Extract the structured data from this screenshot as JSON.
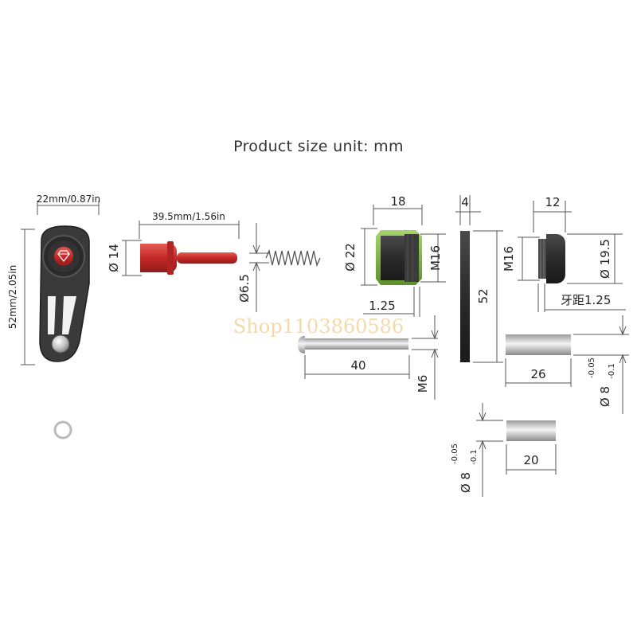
{
  "title": "Product size unit: mm",
  "watermark": "Shop1103860586",
  "colors": {
    "accent_red": "#c62828",
    "accent_green": "#7cb342",
    "part_dark": "#2b2b2b",
    "dim_line": "#555555",
    "watermark": "#f2d29a"
  },
  "lever": {
    "width_label": "22mm/0.87in",
    "height_label": "52mm/2.05in",
    "logo_icon": "diamond-logo-icon"
  },
  "pin": {
    "length_label": "39.5mm/1.56in",
    "head_diameter_label": "Ø 14",
    "shaft_diameter_label": "Ø6.5"
  },
  "nut": {
    "length_label": "18",
    "diameter_label": "Ø 22",
    "thread_label": "M16",
    "pitch_label": "1.25"
  },
  "plate": {
    "thickness_label": "4",
    "height_label": "52"
  },
  "threaded_cap": {
    "length_label": "12",
    "thread_label": "M16",
    "diameter_label": "Ø 19.5",
    "pitch_label": "牙距1.25"
  },
  "bolt": {
    "length_label": "40",
    "thread_label": "M6"
  },
  "rod_long": {
    "length_label": "26",
    "diameter_label": "Ø 8",
    "tol_upper": "-0.05",
    "tol_lower": "-0.1"
  },
  "rod_short": {
    "length_label": "20",
    "diameter_label": "Ø 8",
    "tol_upper": "-0.05",
    "tol_lower": "-0.1"
  }
}
